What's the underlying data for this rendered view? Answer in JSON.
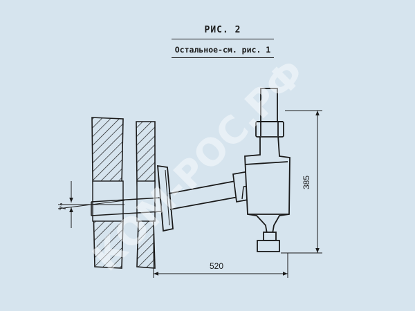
{
  "figure": {
    "title": "РИС. 2",
    "note": "Остальное-см. рис. 1"
  },
  "dimensions": {
    "angle": "7°",
    "height": "385",
    "width": "520"
  },
  "watermark": {
    "text": "КОМ-РОС.РФ"
  },
  "colors": {
    "background": "#d6e4ee",
    "ink": "#1a1a1a",
    "watermark": "#ffffff"
  }
}
